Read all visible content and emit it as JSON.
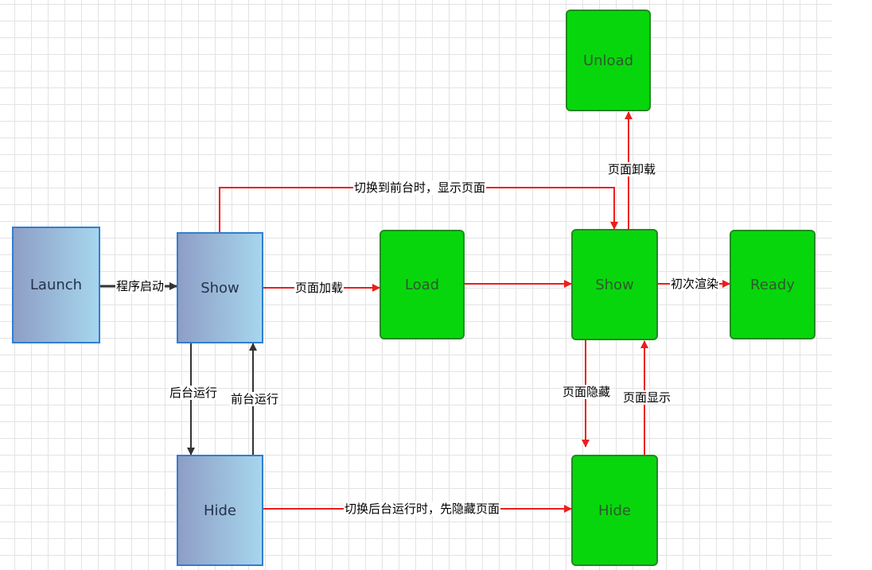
{
  "nodes": {
    "launch": "Launch",
    "app_show": "Show",
    "app_hide": "Hide",
    "load": "Load",
    "page_show": "Show",
    "page_hide": "Hide",
    "unload": "Unload",
    "ready": "Ready"
  },
  "edges": {
    "app_launch": "程序启动",
    "page_load": "页面加载",
    "to_background": "后台运行",
    "to_foreground": "前台运行",
    "switch_foreground_show": "切换到前台时，显示页面",
    "switch_background_hide": "切换后台运行时，先隐藏页面",
    "page_unload": "页面卸载",
    "first_render": "初次渲染",
    "page_hide": "页面隐藏",
    "page_show": "页面显示"
  },
  "colors": {
    "app_node": "#a6d6ee",
    "page_node": "#08d60c",
    "lifecycle_arrow": "#ee1c1c",
    "app_arrow": "#333333"
  }
}
